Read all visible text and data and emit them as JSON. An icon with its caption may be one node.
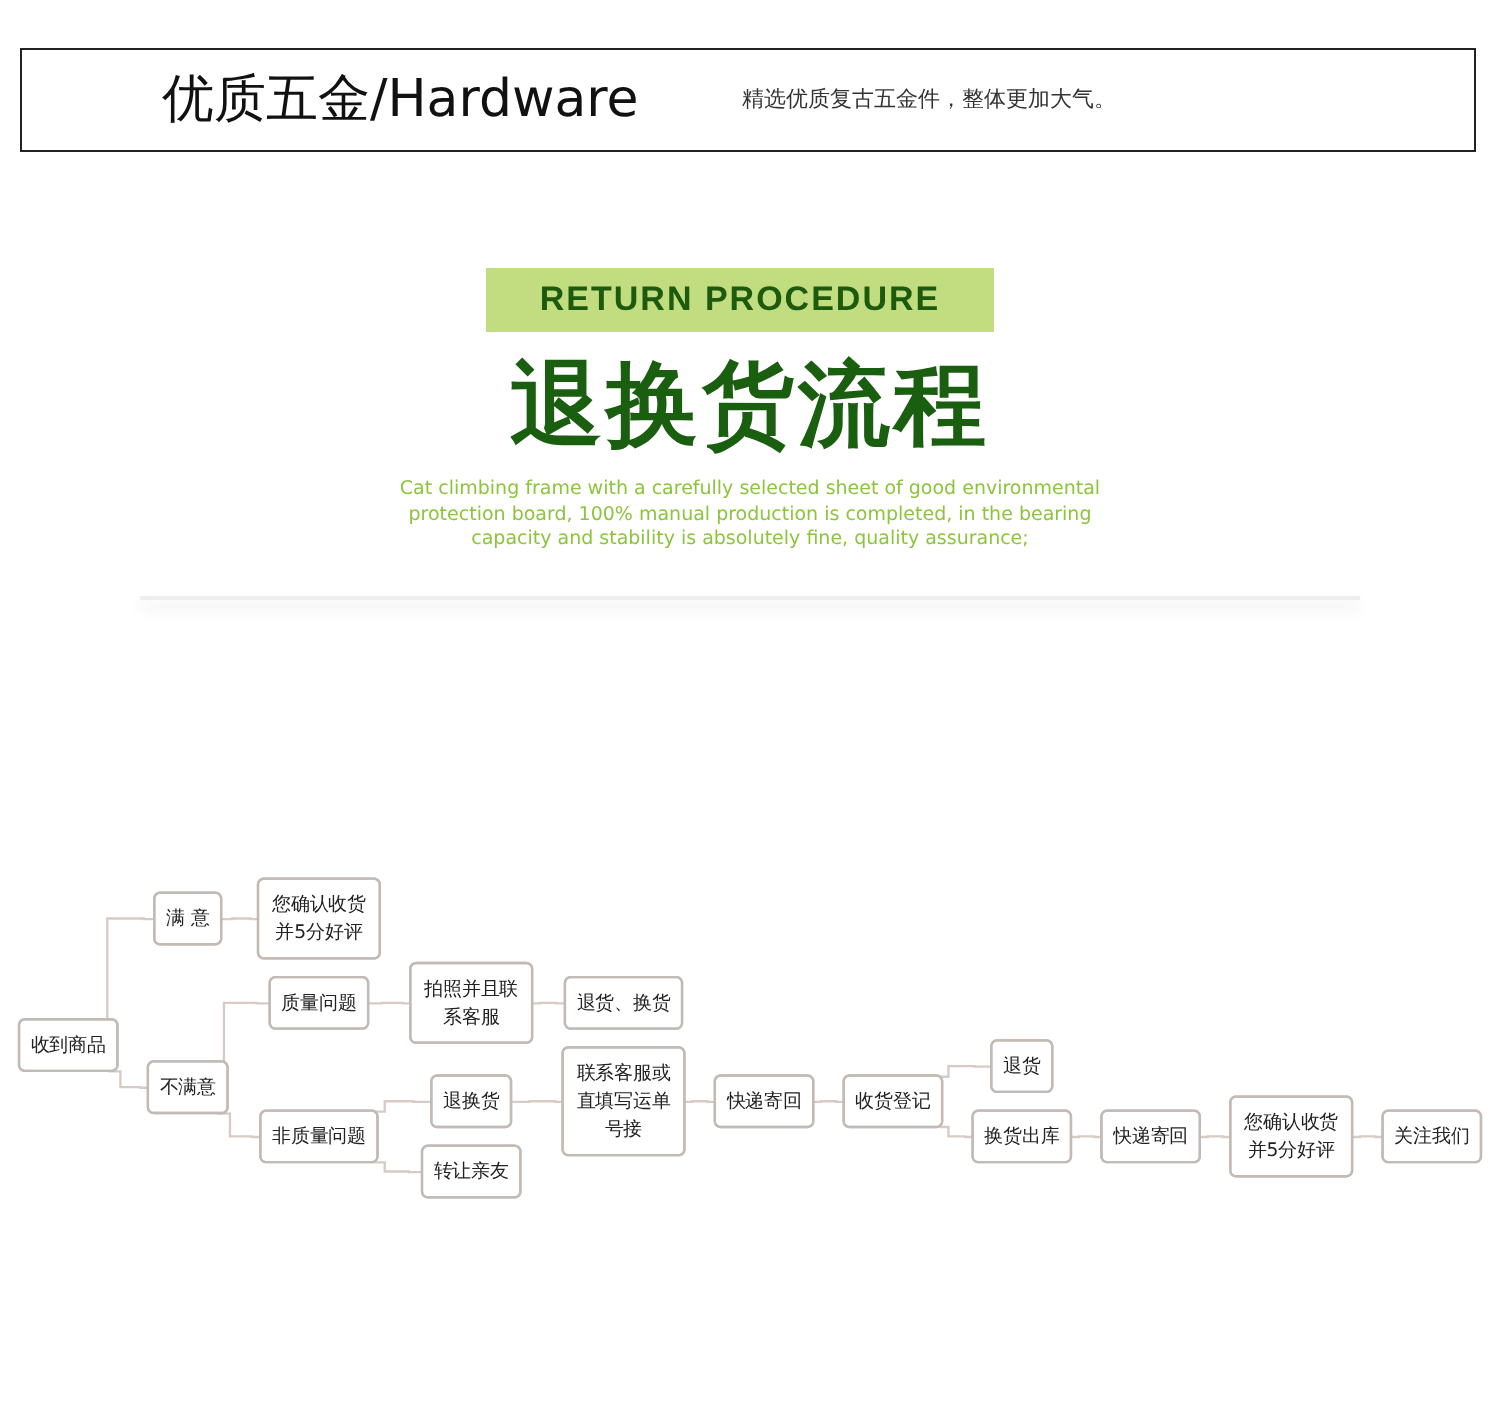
{
  "diagram": {
    "title": "退换货流程",
    "nodes": [
      {
        "text": [
          "收到商品"
        ]
      },
      {
        "text": [
          "满 意"
        ]
      },
      {
        "text": [
          "您确认收货并5分好评"
        ]
      },
      {
        "text": [
          "不满意"
        ]
      },
      {
        "text": [
          "质量问题"
        ]
      },
      {
        "text": [
          "拍照并且联系客服"
        ]
      },
      {
        "text": [
          "退货、换货"
        ]
      },
      {
        "text": [
          "非质量问题"
        ]
      },
      {
        "text": [
          "退换货"
        ]
      },
      {
        "text": [
          "联系客服或直填写运单号接"
        ]
      },
      {
        "text": [
          "快递寄回"
        ]
      },
      {
        "text": [
          "收货登记"
        ]
      },
      {
        "text": [
          "退货"
        ]
      },
      {
        "text": [
          "换货出库"
        ]
      },
      {
        "text": [
          "转让亲友"
        ]
      },
      {
        "text": [
          "关注我们"
        ]
      },
      {
        "text": [
          "您确认收货并5分好评"
        ]
      },
      {
        "text": [
          "快递寄回"
        ]
      }
    ],
    "edges": [
      {
        "from": 0,
        "to": 1,
        "arrow": "none"
      },
      {
        "from": 0,
        "to": 3,
        "arrow": "none"
      },
      {
        "from": 1,
        "to": 2,
        "arrow": "none"
      },
      {
        "from": 3,
        "to": 4,
        "arrow": "none"
      },
      {
        "from": 4,
        "to": 5,
        "arrow": "none"
      },
      {
        "from": 5,
        "to": 6,
        "arrow": "none"
      },
      {
        "from": 3,
        "to": 7,
        "arrow": "none"
      },
      {
        "from": 7,
        "to": 8,
        "arrow": "none"
      },
      {
        "from": 7,
        "to": 14,
        "arrow": "none"
      },
      {
        "from": 8,
        "to": 9,
        "arrow": "none"
      },
      {
        "from": 9,
        "to": 10,
        "arrow": "none"
      },
      {
        "from": 10,
        "to": 11,
        "arrow": "none"
      },
      {
        "from": 11,
        "to": 12,
        "arrow": "none"
      },
      {
        "from": 11,
        "to": 13,
        "arrow": "none"
      },
      {
        "from": 13,
        "to": 17,
        "arrow": "none"
      },
      {
        "from": 17,
        "to": 16,
        "arrow": "none"
      },
      {
        "from": 16,
        "to": 15,
        "arrow": "none"
      }
    ],
    "labels": [
      "优质五金/Hardware",
      "精选优质复古五金件，整体更加大气。",
      "RETURN PROCEDURE",
      "Cat climbing frame with a carefully selected sheet of good environmental protection board, 100% manual production is completed, in the bearing capacity and stability is absolutely fine, quality assurance;"
    ]
  }
}
